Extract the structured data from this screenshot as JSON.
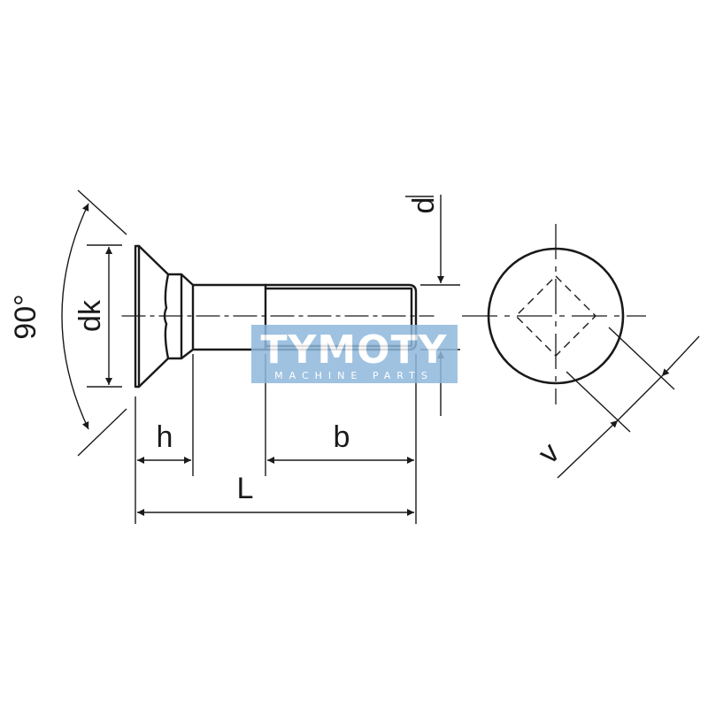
{
  "drawing": {
    "title": "Countersunk square neck bolt dimension drawing",
    "colors": {
      "line": "#1a1a1a",
      "background": "#ffffff",
      "watermark_bg": "#8fb8dc"
    }
  },
  "dimensions": {
    "angle": {
      "label": "90°"
    },
    "head_diameter": {
      "label": "dk"
    },
    "head_height": {
      "label": "h"
    },
    "thread_length": {
      "label": "b"
    },
    "total_length": {
      "label": "L"
    },
    "thread_diameter": {
      "label": "d"
    },
    "square_width": {
      "label": "v"
    }
  },
  "watermark": {
    "title": "TYMOTY",
    "subtitle": "MACHINE PARTS"
  }
}
